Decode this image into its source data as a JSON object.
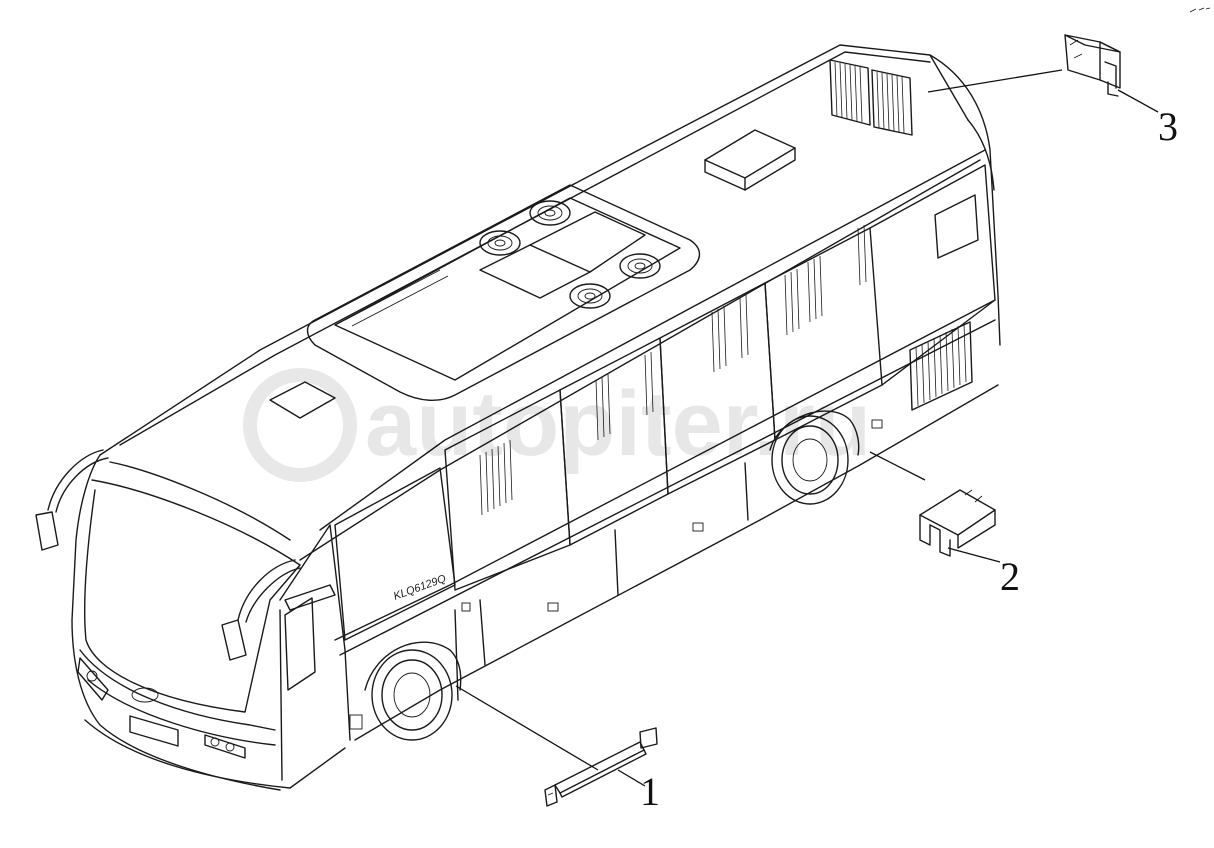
{
  "diagram": {
    "callouts": [
      {
        "id": "1",
        "label": "1"
      },
      {
        "id": "2",
        "label": "2"
      },
      {
        "id": "3",
        "label": "3"
      }
    ],
    "bus_model_label": "KLQ6129Q",
    "watermark": "autopiter.ru"
  }
}
